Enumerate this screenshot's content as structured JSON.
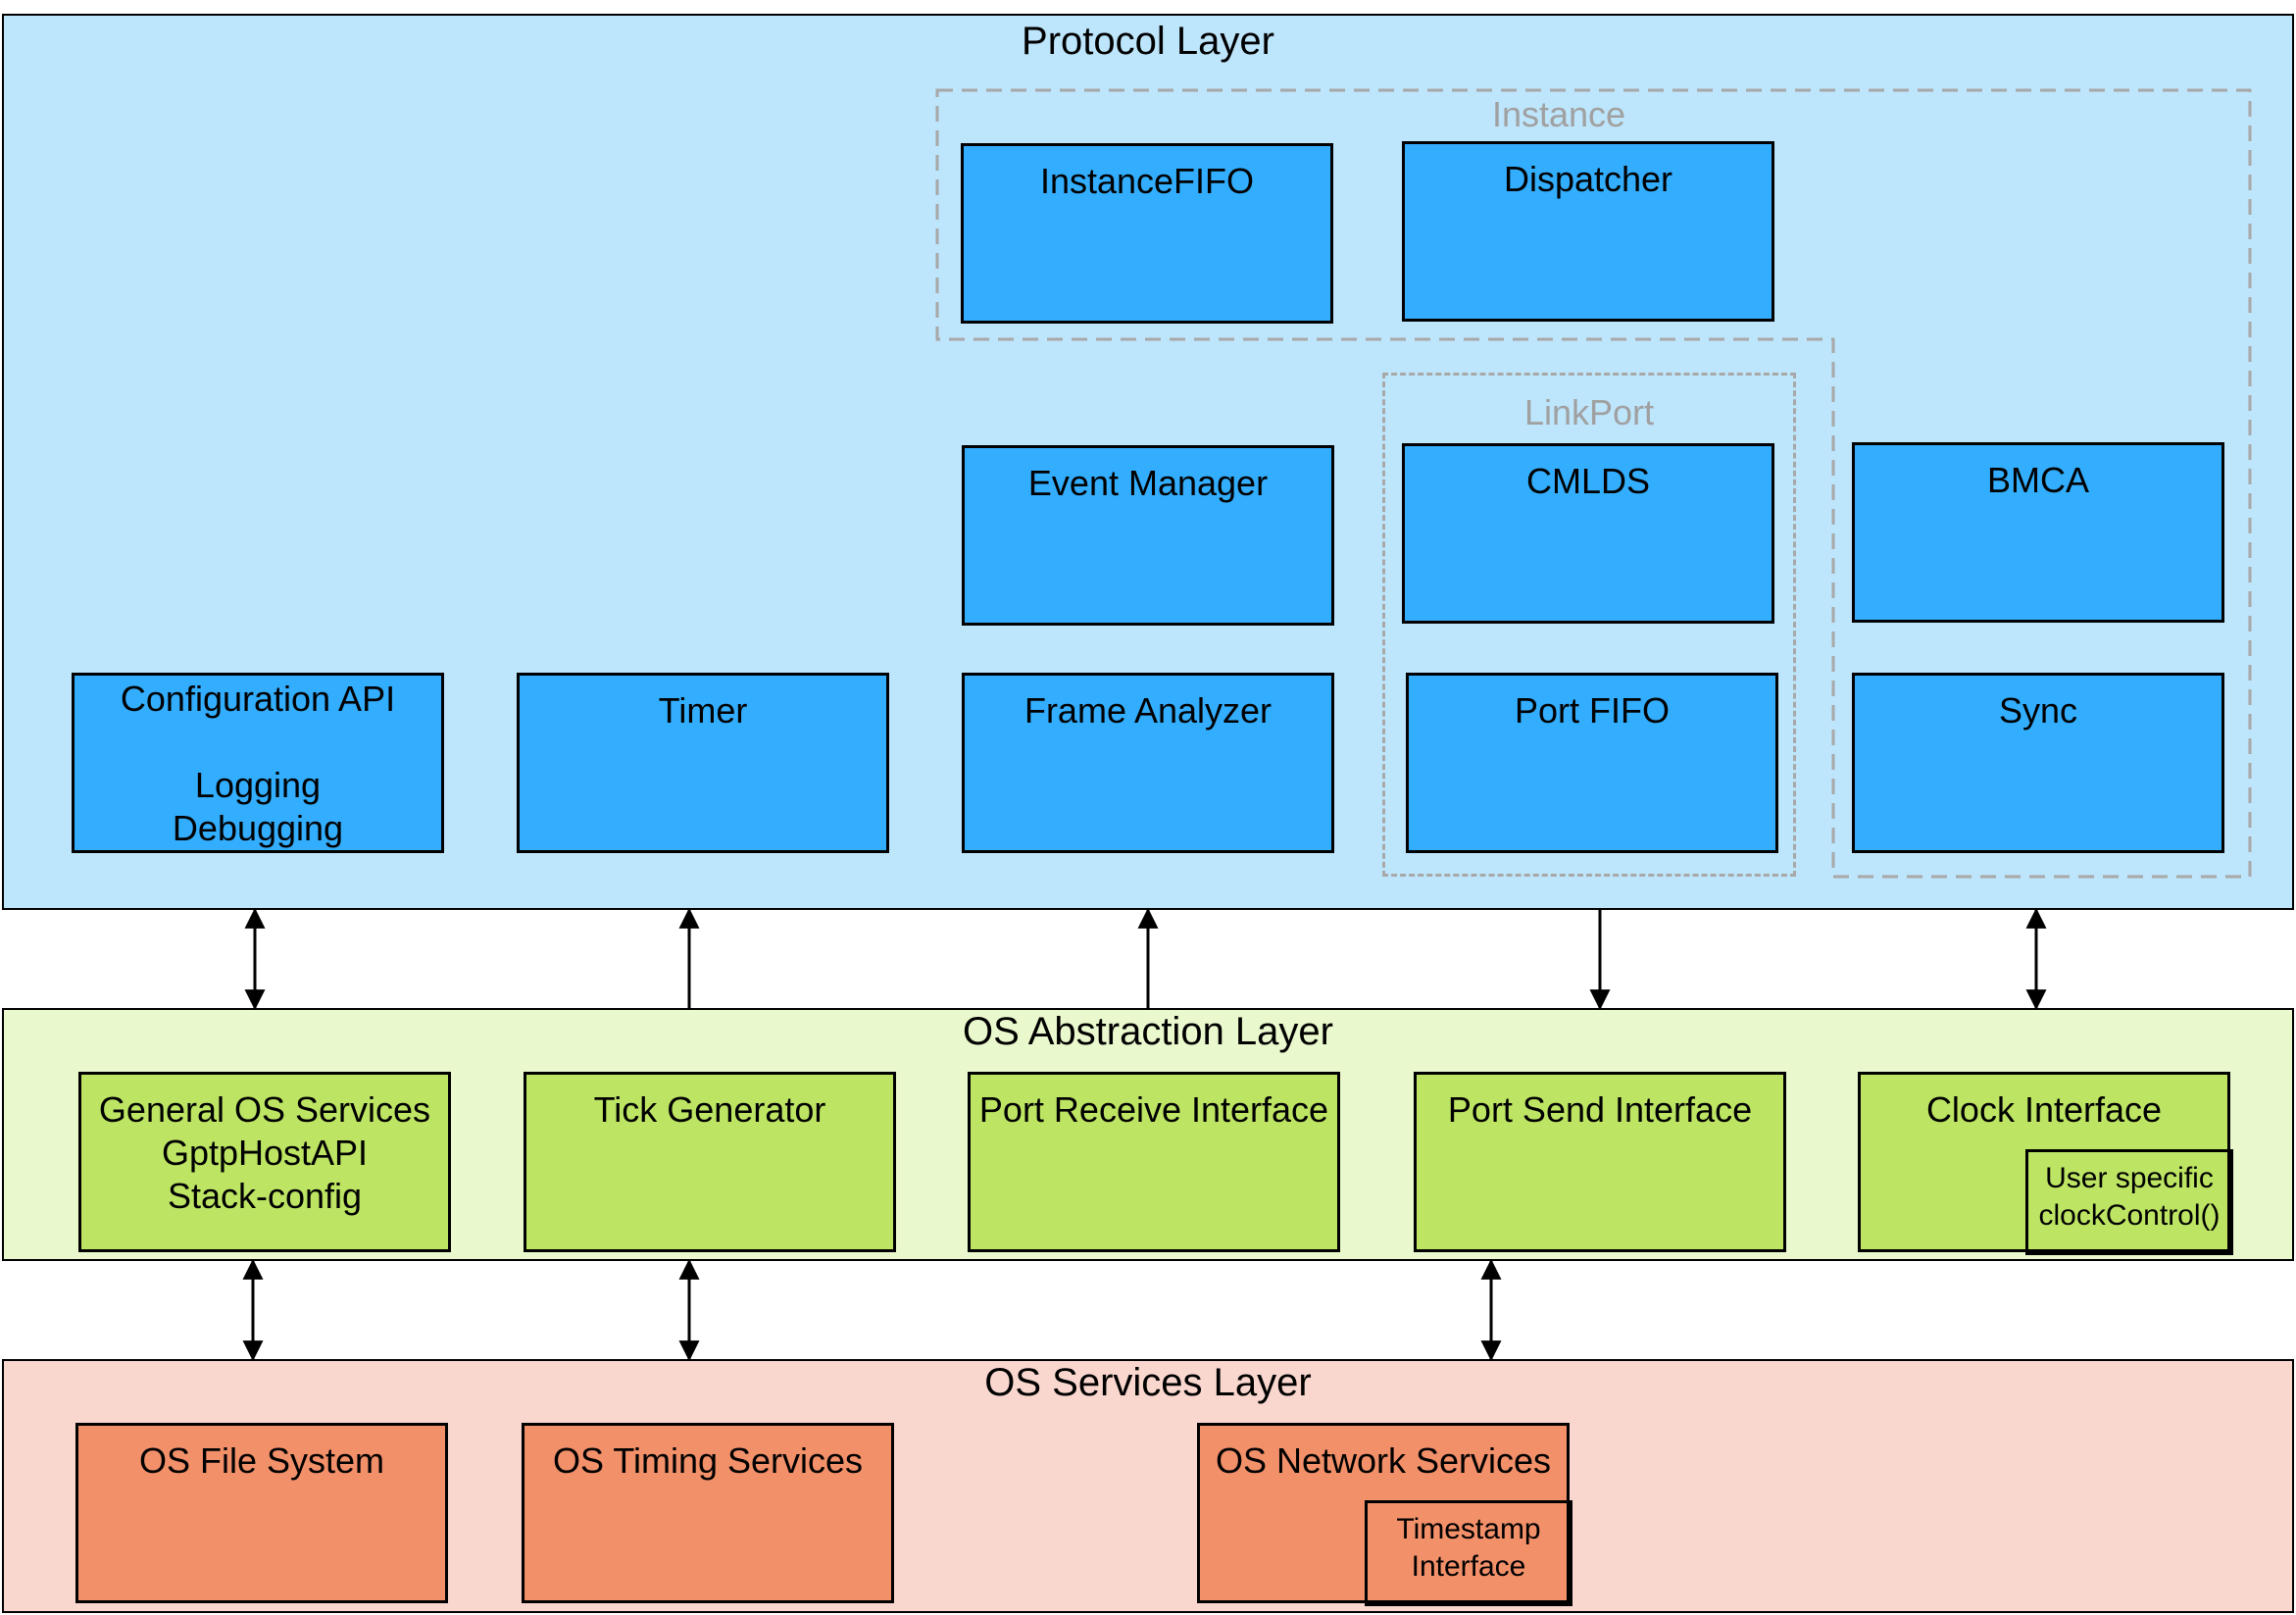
{
  "layers": {
    "protocol": {
      "title": "Protocol Layer",
      "groups": {
        "instance": "Instance",
        "linkport": "LinkPort"
      },
      "boxes": {
        "instance_fifo": "InstanceFIFO",
        "dispatcher": "Dispatcher",
        "event_manager": "Event Manager",
        "cmlds": "CMLDS",
        "bmca": "BMCA",
        "config_api": [
          "Configuration API",
          "Logging",
          "Debugging"
        ],
        "timer": "Timer",
        "frame_analyzer": "Frame Analyzer",
        "port_fifo": "Port FIFO",
        "sync": "Sync"
      }
    },
    "osal": {
      "title": "OS Abstraction Layer",
      "boxes": {
        "general_os": [
          "General OS Services",
          "GptpHostAPI",
          "Stack-config"
        ],
        "tick_generator": "Tick Generator",
        "port_receive": "Port Receive Interface",
        "port_send": "Port Send Interface",
        "clock_interface": "Clock Interface",
        "user_clock": [
          "User specific",
          "clockControl()"
        ]
      }
    },
    "ossvc": {
      "title": "OS Services Layer",
      "boxes": {
        "file_system": "OS File System",
        "timing_services": "OS Timing Services",
        "network_services": "OS Network Services",
        "timestamp_interface": [
          "Timestamp",
          "Interface"
        ]
      }
    }
  },
  "colors": {
    "protocol_bg": "#bde5fb",
    "protocol_box": "#33adfd",
    "osal_bg": "#eaf8cd",
    "osal_box": "#bde563",
    "ossvc_bg": "#f9d7ce",
    "ossvc_box": "#f2906a",
    "group_border": "#a8a8a8"
  },
  "connectors": [
    {
      "from": "config_api",
      "to": "general_os",
      "direction": "both"
    },
    {
      "from": "tick_generator",
      "to": "timer",
      "direction": "up"
    },
    {
      "from": "port_receive",
      "to": "frame_analyzer",
      "direction": "up"
    },
    {
      "from": "port_fifo",
      "to": "port_send",
      "direction": "down"
    },
    {
      "from": "sync",
      "to": "clock_interface",
      "direction": "both"
    },
    {
      "from": "general_os",
      "to": "file_system",
      "direction": "both"
    },
    {
      "from": "tick_generator",
      "to": "timing_services",
      "direction": "both"
    },
    {
      "from": "port_send",
      "to": "network_services",
      "direction": "both"
    }
  ]
}
